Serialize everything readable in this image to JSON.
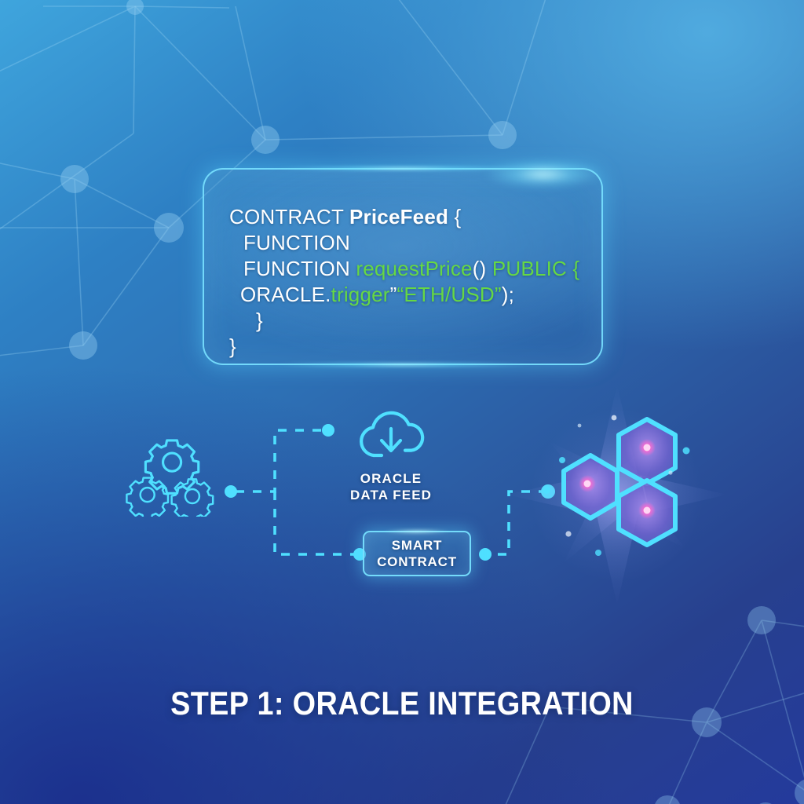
{
  "theme": {
    "bg_top_right": "#3FA5DD",
    "bg_bottom_left": "#243A9C",
    "accent_cyan": "#4FE0FF",
    "code_green": "#66D844",
    "hex_fill_purple": "#7A6BD8",
    "hex_core_pink": "#F06BD2",
    "text_white": "#FFFFFF"
  },
  "code_panel": {
    "language_label": "solidity-pseudocode",
    "lines": [
      {
        "id": "line-1",
        "indent": "ind0",
        "parts": [
          {
            "text": "CONTRACT ",
            "style": "plain"
          },
          {
            "text": "PriceFeed",
            "style": "bold"
          },
          {
            "text": " {",
            "style": "plain"
          }
        ]
      },
      {
        "id": "line-2",
        "indent": "ind1",
        "parts": [
          {
            "text": "FUNCTION",
            "style": "plain"
          }
        ]
      },
      {
        "id": "line-3",
        "indent": "ind1",
        "parts": [
          {
            "text": "FUNCTION ",
            "style": "plain"
          },
          {
            "text": "requestPrice",
            "style": "green"
          },
          {
            "text": "()",
            "style": "plain"
          },
          {
            "text": " PUBLIC {",
            "style": "green"
          }
        ]
      },
      {
        "id": "line-4",
        "indent": "ind2",
        "parts": [
          {
            "text": "ORACLE.",
            "style": "plain"
          },
          {
            "text": "trigger",
            "style": "green"
          },
          {
            "text": "”",
            "style": "plain"
          },
          {
            "text": "“ETH/USD”",
            "style": "green"
          },
          {
            "text": ");",
            "style": "plain"
          }
        ]
      },
      {
        "id": "line-5",
        "indent": "ind3",
        "parts": [
          {
            "text": "}",
            "style": "plain"
          }
        ]
      },
      {
        "id": "line-6",
        "indent": "ind0",
        "parts": [
          {
            "text": "}",
            "style": "plain"
          }
        ]
      }
    ]
  },
  "diagram": {
    "gears": {
      "icon": "gears-icon",
      "count": 3
    },
    "oracle_node": {
      "icon": "cloud-download-icon",
      "label_line1": "ORACLE",
      "label_line2": "DATA FEED"
    },
    "smart_contract": {
      "label_line1": "SMART",
      "label_line2": "CONTRACT"
    },
    "blockchain": {
      "icon": "hexagon-cluster-icon",
      "hexagon_count": 3
    },
    "connectors": [
      {
        "id": "gears-to-oracle",
        "style": "dashed",
        "color": "#4FE0FF"
      },
      {
        "id": "gears-to-smart-contract",
        "style": "dashed",
        "color": "#4FE0FF"
      },
      {
        "id": "smart-contract-to-blockchain",
        "style": "dashed",
        "color": "#4FE0FF"
      }
    ]
  },
  "footer": {
    "title": "STEP 1: ORACLE INTEGRATION"
  }
}
